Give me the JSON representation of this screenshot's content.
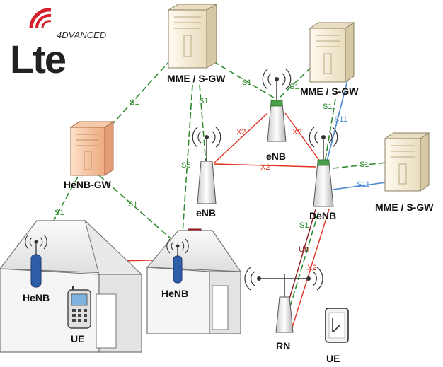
{
  "logo": {
    "main": "Lte",
    "sub": "4DVANCED"
  },
  "nodes": {
    "mme_top": "MME / S-GW",
    "mme_top_right": "MME / S-GW",
    "mme_right": "MME / S-GW",
    "henb_gw": "HeNB-GW",
    "enb_top": "eNB",
    "enb_mid": "eNB",
    "denb": "DeNB",
    "henb_left": "HeNB",
    "henb_right": "HeNB",
    "ue_left": "UE",
    "rn": "RN",
    "ue_right": "UE"
  },
  "links": {
    "s1_mme_henbgw": "S1",
    "s1_mme_enb": "S1",
    "s1_mme_enbmid": "S1",
    "s5": "S5",
    "s1_mmetr_enb": "S1",
    "s1_mmetr_denb": "S1",
    "s11_top": "S11",
    "s1_denb_mme": "S1",
    "s11_denb_mme": "S11",
    "s1_henbgw_henb": "S1",
    "s1_henbgw_henb2": "S1",
    "x2_enb_enbmid": "X2",
    "x2_enb_denb": "X2",
    "x2_enbmid_denb": "X2",
    "x2_henb_henb": "X2",
    "s1_denb_rn": "S1",
    "un": "Un",
    "x2_denb_rn": "X2"
  },
  "colors": {
    "s1_link": "#2e8b2e",
    "x2_link": "#e03020",
    "s11_link": "#4a88d0",
    "server": "#fbf2d8",
    "server_orange": "#f7c9a4",
    "logo_red": "#d4202a"
  }
}
